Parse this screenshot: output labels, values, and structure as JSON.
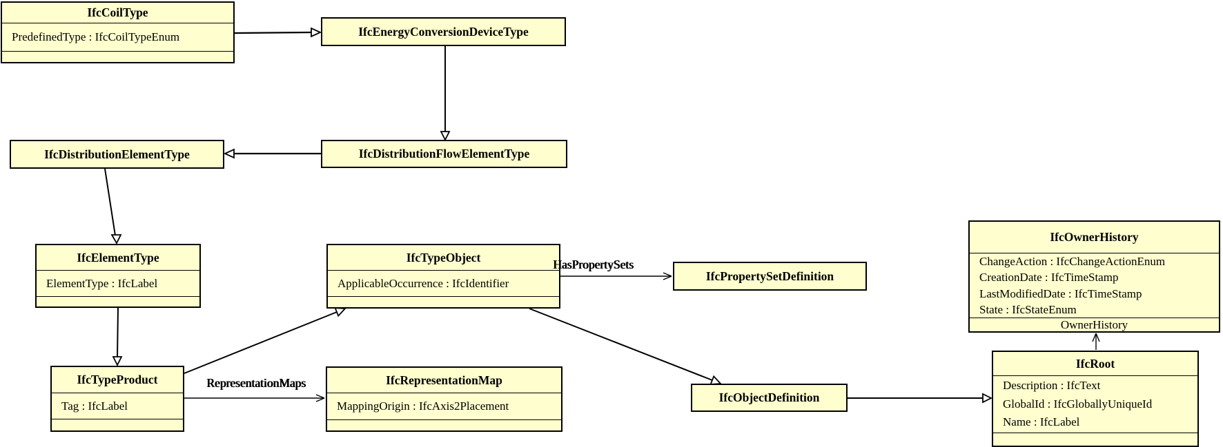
{
  "diagram_type": "UML class diagram (IFC type hierarchy)",
  "colors": {
    "background": "#ffffff",
    "node_fill": "#FEFECE",
    "node_border": "#000000",
    "text": "#000000"
  },
  "classes": [
    {
      "name": "IfcCoilType",
      "attributes": [
        "PredefinedType : IfcCoilTypeEnum"
      ]
    },
    {
      "name": "IfcEnergyConversionDeviceType",
      "attributes": []
    },
    {
      "name": "IfcDistributionElementType",
      "attributes": []
    },
    {
      "name": "IfcDistributionFlowElementType",
      "attributes": []
    },
    {
      "name": "IfcElementType",
      "attributes": [
        "ElementType : IfcLabel"
      ]
    },
    {
      "name": "IfcTypeObject",
      "attributes": [
        "ApplicableOccurrence : IfcIdentifier"
      ]
    },
    {
      "name": "IfcPropertySetDefinition",
      "attributes": []
    },
    {
      "name": "IfcOwnerHistory",
      "attributes": [
        "ChangeAction : IfcChangeActionEnum",
        "CreationDate : IfcTimeStamp",
        "LastModifiedDate : IfcTimeStamp",
        "State : IfcStateEnum"
      ]
    },
    {
      "name": "IfcTypeProduct",
      "attributes": [
        "Tag : IfcLabel"
      ]
    },
    {
      "name": "IfcRepresentationMap",
      "attributes": [
        "MappingOrigin : IfcAxis2Placement"
      ]
    },
    {
      "name": "IfcObjectDefinition",
      "attributes": []
    },
    {
      "name": "IfcRoot",
      "attributes": [
        "Description : IfcText",
        "GlobalId : IfcGloballyUniqueId",
        "Name : IfcLabel"
      ]
    }
  ],
  "associations": [
    {
      "label": "HasPropertySets",
      "from": "IfcTypeObject",
      "to": "IfcPropertySetDefinition"
    },
    {
      "label": "RepresentationMaps",
      "from": "IfcTypeProduct",
      "to": "IfcRepresentationMap"
    },
    {
      "label": "OwnerHistory",
      "from": "IfcRoot",
      "to": "IfcOwnerHistory"
    }
  ],
  "generalizations": [
    {
      "from": "IfcCoilType",
      "to": "IfcEnergyConversionDeviceType"
    },
    {
      "from": "IfcEnergyConversionDeviceType",
      "to": "IfcDistributionFlowElementType"
    },
    {
      "from": "IfcDistributionFlowElementType",
      "to": "IfcDistributionElementType"
    },
    {
      "from": "IfcDistributionElementType",
      "to": "IfcElementType"
    },
    {
      "from": "IfcElementType",
      "to": "IfcTypeProduct"
    },
    {
      "from": "IfcTypeProduct",
      "to": "IfcTypeObject"
    },
    {
      "from": "IfcTypeObject",
      "to": "IfcObjectDefinition"
    },
    {
      "from": "IfcObjectDefinition",
      "to": "IfcRoot"
    }
  ]
}
